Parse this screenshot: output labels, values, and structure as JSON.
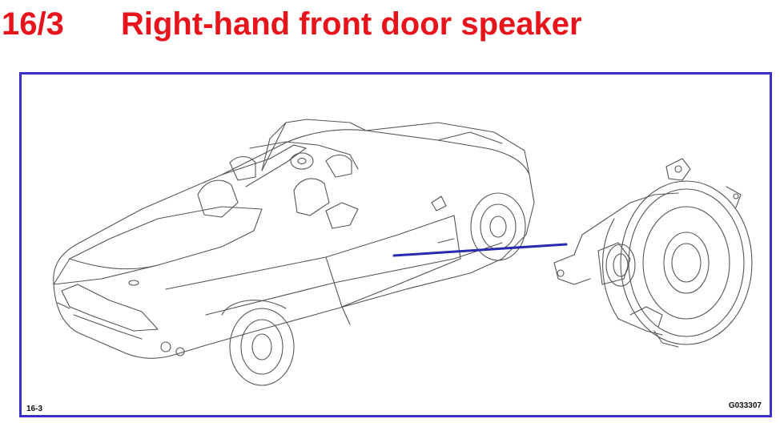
{
  "header": {
    "number": "16/3",
    "title": "Right-hand front door speaker",
    "title_color": "#e8141b"
  },
  "figure": {
    "frame_color": "#3b2fc9",
    "pointer_color": "#2a2ab0",
    "figure_number": "16-3",
    "image_code": "G033307",
    "illustration": "convertible-car-with-speaker"
  }
}
